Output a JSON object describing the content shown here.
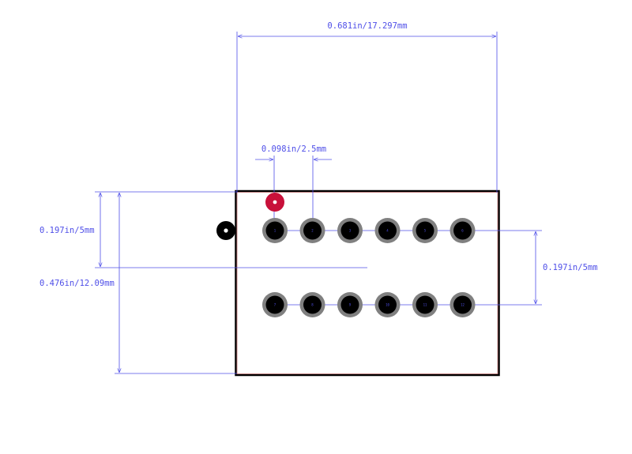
{
  "colors": {
    "dimension": "#4f4fe8",
    "outline": "#000000",
    "pad_ring": "#808080",
    "pad_hole": "#000000",
    "pin1_marker": "#c8103a",
    "board_edge": "#c07070"
  },
  "dimensions": {
    "overall_width": "0.681in/17.297mm",
    "pitch": "0.098in/2.5mm",
    "pin1_to_center": "0.197in/5mm",
    "overall_height": "0.476in/12.09mm",
    "row_spacing": "0.197in/5mm"
  },
  "pads": {
    "columns": 6,
    "rows": 2,
    "pin_labels_top": [
      "1",
      "2",
      "3",
      "4",
      "5",
      "6"
    ],
    "pin_labels_bottom": [
      "7",
      "8",
      "9",
      "10",
      "11",
      "12"
    ]
  }
}
